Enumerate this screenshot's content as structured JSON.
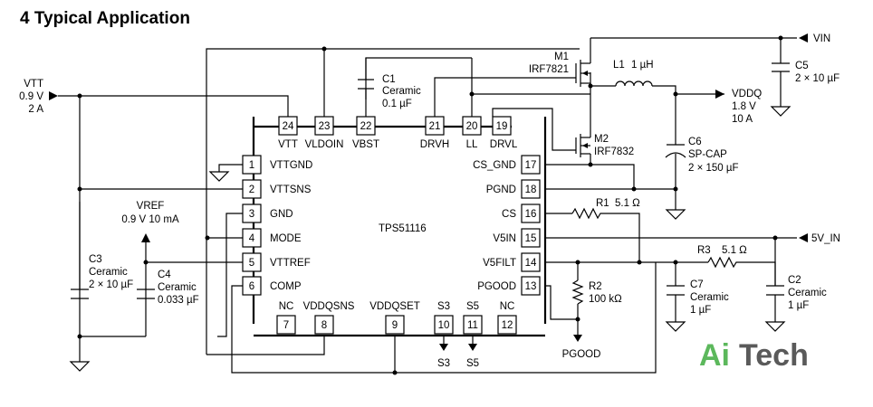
{
  "title": "4   Typical Application",
  "ic": {
    "name": "TPS51116",
    "top_pins": [
      {
        "num": "24",
        "name": "VTT"
      },
      {
        "num": "23",
        "name": "VLDOIN"
      },
      {
        "num": "22",
        "name": "VBST"
      },
      {
        "num": "21",
        "name": "DRVH"
      },
      {
        "num": "20",
        "name": "LL"
      },
      {
        "num": "19",
        "name": "DRVL"
      }
    ],
    "left_pins": [
      {
        "num": "1",
        "name": "VTTGND"
      },
      {
        "num": "2",
        "name": "VTTSNS"
      },
      {
        "num": "3",
        "name": "GND"
      },
      {
        "num": "4",
        "name": "MODE"
      },
      {
        "num": "5",
        "name": "VTTREF"
      },
      {
        "num": "6",
        "name": "COMP"
      }
    ],
    "bottom_pins": [
      {
        "num": "7",
        "name": "NC"
      },
      {
        "num": "8",
        "name": "VDDQSNS"
      },
      {
        "num": "9",
        "name": "VDDQSET"
      },
      {
        "num": "10",
        "name": "S3"
      },
      {
        "num": "11",
        "name": "S5"
      },
      {
        "num": "12",
        "name": "NC"
      }
    ],
    "right_pins": [
      {
        "num": "17",
        "name": "CS_GND"
      },
      {
        "num": "18",
        "name": "PGND"
      },
      {
        "num": "16",
        "name": "CS"
      },
      {
        "num": "15",
        "name": "V5IN"
      },
      {
        "num": "14",
        "name": "V5FILT"
      },
      {
        "num": "13",
        "name": "PGOOD"
      }
    ]
  },
  "components": {
    "c1": {
      "ref": "C1",
      "line1": "Ceramic",
      "line2": "0.1 µF"
    },
    "m1": {
      "ref": "M1",
      "part": "IRF7821"
    },
    "m2": {
      "ref": "M2",
      "part": "IRF7832"
    },
    "l1": {
      "ref": "L1",
      "value": "1 µH"
    },
    "c5": {
      "ref": "C5",
      "value": "2 × 10 µF"
    },
    "c6": {
      "ref": "C6",
      "type": "SP-CAP",
      "value": "2 × 150 µF"
    },
    "r1": {
      "ref": "R1",
      "value": "5.1 Ω"
    },
    "r2": {
      "ref": "R2",
      "value": "100 kΩ"
    },
    "r3": {
      "ref": "R3",
      "value": "5.1 Ω"
    },
    "c7": {
      "ref": "C7",
      "type": "Ceramic",
      "value": "1 µF"
    },
    "c2": {
      "ref": "C2",
      "type": "Ceramic",
      "value": "1 µF"
    },
    "c3": {
      "ref": "C3",
      "type": "Ceramic",
      "value": "2 × 10 µF"
    },
    "c4": {
      "ref": "C4",
      "type": "Ceramic",
      "value": "0.033 µF"
    }
  },
  "nets": {
    "vin": "VIN",
    "vddq": {
      "name": "VDDQ",
      "voltage": "1.8 V",
      "current": "10 A"
    },
    "vtt": {
      "name": "VTT",
      "voltage": "0.9 V",
      "current": "2 A"
    },
    "vref": {
      "name": "VREF",
      "spec": "0.9 V  10 mA"
    },
    "v5in": "5V_IN",
    "pgood": "PGOOD",
    "s3": "S3",
    "s5": "S5"
  },
  "logo": {
    "part1": "Ai",
    "part2": "Tech"
  }
}
